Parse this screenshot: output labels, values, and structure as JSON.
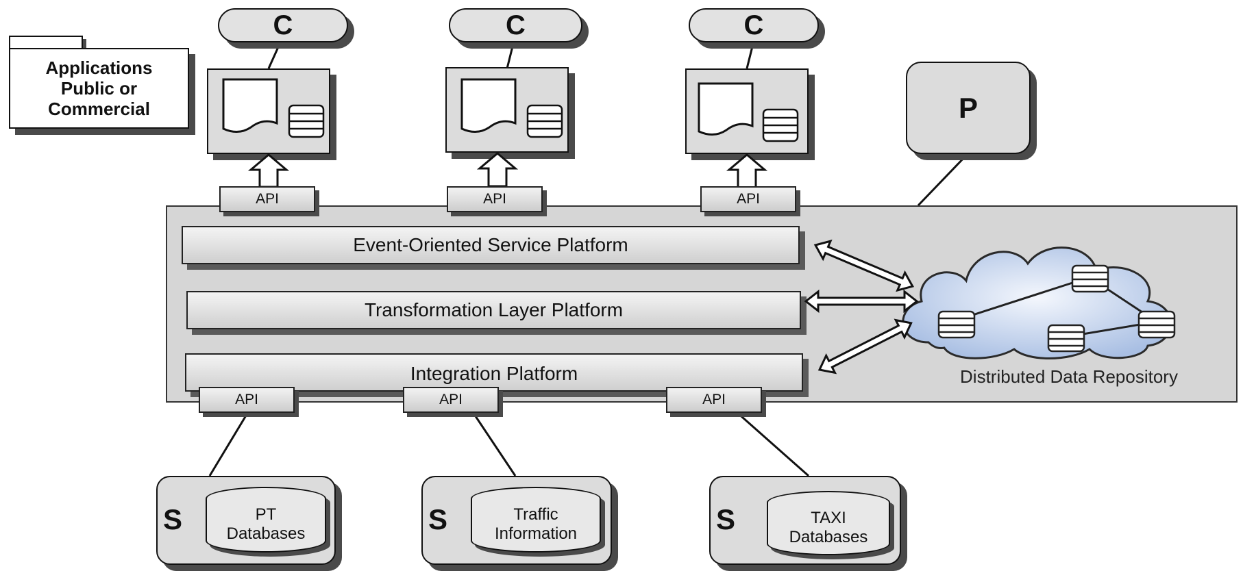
{
  "legend": {
    "line1": "Applications",
    "line2": "Public or",
    "line3": "Commercial"
  },
  "consumers": [
    {
      "letter": "C",
      "api": "API"
    },
    {
      "letter": "C",
      "api": "API"
    },
    {
      "letter": "C",
      "api": "API"
    }
  ],
  "provider": {
    "letter": "P"
  },
  "platforms": {
    "event": "Event-Oriented Service Platform",
    "transformation": "Transformation Layer Platform",
    "integration": "Integration Platform"
  },
  "repository": {
    "label": "Distributed Data Repository"
  },
  "sources": [
    {
      "letter": "S",
      "api": "API",
      "db_line1": "PT",
      "db_line2": "Databases"
    },
    {
      "letter": "S",
      "api": "API",
      "db_line1": "Traffic",
      "db_line2": "Information"
    },
    {
      "letter": "S",
      "api": "API",
      "db_line1": "TAXI",
      "db_line2": "Databases"
    }
  ],
  "colors": {
    "panel": "#d6d6d6",
    "cloud": "#c9d7ef",
    "shadow": "#4a4a4a"
  }
}
